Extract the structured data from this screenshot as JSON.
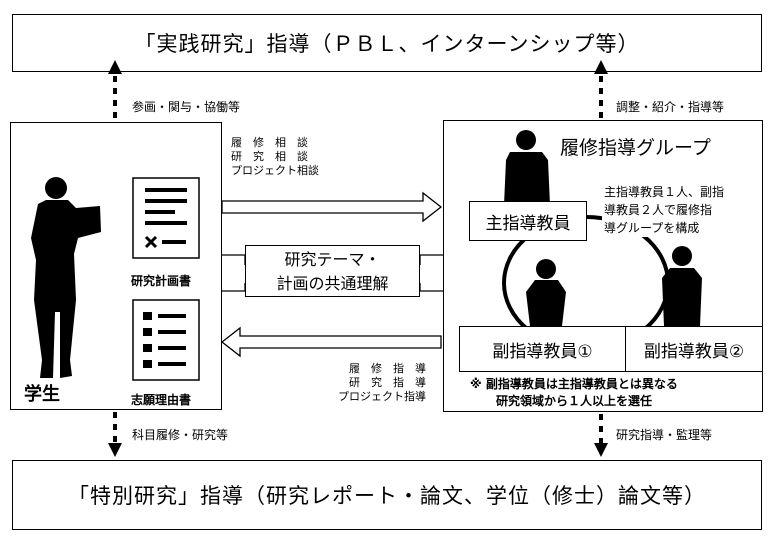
{
  "top_box": {
    "text": "「実践研究」指導（ＰＢＬ、インターンシップ等）"
  },
  "bottom_box": {
    "text": "「特別研究」指導（研究レポート・論文、学位（修士）論文等）"
  },
  "arrows": {
    "top_left_label": "参画・関与・協働等",
    "top_right_label": "調整・紹介・指導等",
    "bottom_left_label": "科目履修・研究等",
    "bottom_right_label": "研究指導・監理等"
  },
  "student_panel": {
    "student_label": "学生",
    "doc1_label": "研究計画書",
    "doc2_label": "志願理由書"
  },
  "consult_lines": [
    "履　修　相　談",
    "研　究　相　談",
    "プロジェクト相談"
  ],
  "guidance_lines": [
    "履　修　指　導",
    "研　究　指　導",
    "プロジェクト指導"
  ],
  "shared_box": {
    "line1": "研究テーマ・",
    "line2": "計画の共通理解"
  },
  "group_panel": {
    "title": "履修指導グループ",
    "main_advisor": "主指導教員",
    "sub_advisor1": "副指導教員①",
    "sub_advisor2": "副指導教員②",
    "composition_note": [
      "主指導教員１人、副指",
      "導教員２人で履修指",
      "導グループを構成"
    ],
    "footnote_line1": "※ 副指導教員は主指導教員とは異なる",
    "footnote_line2": "研究領域から１人以上を選任"
  }
}
